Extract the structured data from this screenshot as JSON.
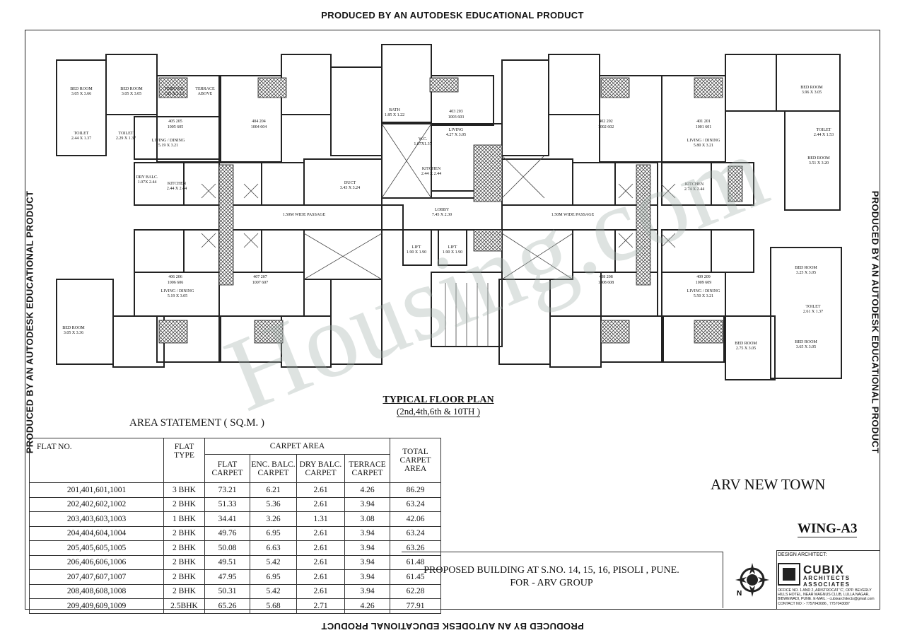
{
  "ribbon": "PRODUCED BY AN AUTODESK EDUCATIONAL PRODUCT",
  "watermark": "Housing.com",
  "plan": {
    "rooms": [
      {
        "n": "BED ROOM",
        "d": "3.05 X 3.66"
      },
      {
        "n": "BED ROOM",
        "d": "3.05 X 3.05"
      },
      {
        "n": "TERRACE",
        "d": "1.85 X 2.13"
      },
      {
        "n": "TERRACE",
        "d": "ABOVE"
      },
      {
        "n": "TOILET",
        "d": "2.44 X 1.37"
      },
      {
        "n": "TOILET",
        "d": "2.29 X 1.37"
      },
      {
        "n": "LIVING / DINING",
        "d": "5.19 X 3.21"
      },
      {
        "n": "DRY BALC.",
        "d": "1.07X 2.44"
      },
      {
        "n": "KITCHEN",
        "d": "2.44 X 2.44"
      },
      {
        "n": "DUCT",
        "d": "3.43 X 3.24"
      },
      {
        "n": "BATH",
        "d": "1.85 X 1.22"
      },
      {
        "n": "W.C.",
        "d": "1.07X1.37"
      },
      {
        "n": "LIVING",
        "d": "4.27 X 3.05"
      },
      {
        "n": "KITCHEN",
        "d": "2.44 X 2.44"
      },
      {
        "n": "LOBBY",
        "d": "7.45 X 2.30"
      },
      {
        "n": "LIFT",
        "d": "1.90 X 1.90"
      },
      {
        "n": "LIFT",
        "d": "1.90 X 1.90"
      },
      {
        "n": "1.50M WIDE PASSAGE",
        "d": ""
      },
      {
        "n": "1.50M WIDE PASSAGE",
        "d": ""
      },
      {
        "n": "LIVING / DINING",
        "d": "5.80 X 3.21"
      },
      {
        "n": "BED ROOM",
        "d": "3.96 X 3.05"
      },
      {
        "n": "TOILET",
        "d": "2.44 X 1.53"
      },
      {
        "n": "BED ROOM",
        "d": "3.51 X 3.20"
      },
      {
        "n": "KITCHEN",
        "d": "2.74 X 2.44"
      },
      {
        "n": "LIVING / DINING",
        "d": "5.19 X 3.05"
      },
      {
        "n": "BED ROOM",
        "d": "3.05 X 3.36"
      },
      {
        "n": "BED ROOM",
        "d": "3.25 X 3.05"
      },
      {
        "n": "TOILET",
        "d": "2.61 X 1.37"
      },
      {
        "n": "BED ROOM",
        "d": "3.65 X 3.05"
      },
      {
        "n": "BED ROOM",
        "d": "2.75 X 3.05"
      },
      {
        "n": "LIVING / DINING",
        "d": "5.50 X 3.21"
      }
    ],
    "flat_tags": [
      "403 203",
      "1003 603",
      "405 205",
      "1005 605",
      "404 204",
      "1004 604",
      "402 202",
      "1002 602",
      "401 201",
      "1001 601",
      "406 206",
      "1006 606",
      "407 207",
      "1007 607",
      "408 208",
      "1008 608",
      "409 209",
      "1009 609"
    ]
  },
  "plan_title": {
    "line1": "TYPICAL FLOOR PLAN",
    "line2": "(2nd,4th,6th & 10TH )"
  },
  "area_statement": {
    "title": "AREA STATEMENT ( SQ.M. )",
    "headers": {
      "flat_no": "FLAT NO.",
      "flat_type": "FLAT TYPE",
      "carpet_area": "CARPET AREA",
      "flat_carpet": "FLAT CARPET",
      "enc_balc": "ENC. BALC. CARPET",
      "dry_balc": "DRY BALC. CARPET",
      "terrace": "TERRACE CARPET",
      "total": "TOTAL CARPET AREA"
    },
    "rows": [
      [
        "201,401,601,1001",
        "3 BHK",
        "73.21",
        "6.21",
        "2.61",
        "4.26",
        "86.29"
      ],
      [
        "202,402,602,1002",
        "2 BHK",
        "51.33",
        "5.36",
        "2.61",
        "3.94",
        "63.24"
      ],
      [
        "203,403,603,1003",
        "1 BHK",
        "34.41",
        "3.26",
        "1.31",
        "3.08",
        "42.06"
      ],
      [
        "204,404,604,1004",
        "2 BHK",
        "49.76",
        "6.95",
        "2.61",
        "3.94",
        "63.24"
      ],
      [
        "205,405,605,1005",
        "2 BHK",
        "50.08",
        "6.63",
        "2.61",
        "3.94",
        "63.26"
      ],
      [
        "206,406,606,1006",
        "2 BHK",
        "49.51",
        "5.42",
        "2.61",
        "3.94",
        "61.48"
      ],
      [
        "207,407,607,1007",
        "2 BHK",
        "47.95",
        "6.95",
        "2.61",
        "3.94",
        "61.45"
      ],
      [
        "208,408,608,1008",
        "2 BHK",
        "50.31",
        "5.42",
        "2.61",
        "3.94",
        "62.28"
      ],
      [
        "209,409,609,1009",
        "2.5BHK",
        "65.26",
        "5.68",
        "2.71",
        "4.26",
        "77.91"
      ]
    ]
  },
  "project": "ARV NEW TOWN",
  "wing": "WING-A3",
  "proposal": {
    "line1": "PROPOSED BUILDING AT  S.NO. 14, 15, 16,  PISOLI , PUNE.",
    "line2": "FOR - ARV GROUP"
  },
  "architect": {
    "label": "DESIGN ARCHITECT:",
    "logo_word": "CUBIX",
    "logo_sub1": "ARCHITECTS",
    "logo_sub2": "ASSOCIATES",
    "office": "OFFICE NO. 1 AND 2, ARISTROCAT 'C', OPP. BEVERLY HILLS HOTEL, NEAR MAGNUS CLUB, LULLA NAGAR, BIBWEWADI, PUNE. E-MAIL :- cubixarchitects@gmail.com CONTACT NO :- 7757043086 , 7757043087"
  },
  "compass_label": "N"
}
